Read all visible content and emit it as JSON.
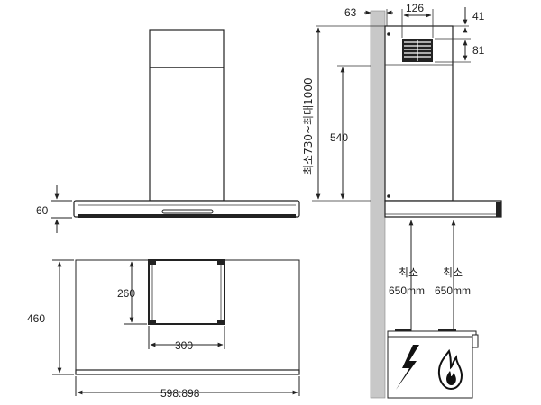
{
  "front_view": {
    "chimney_height_label": "최소730~최대1000",
    "canopy_thickness": "60"
  },
  "top_view": {
    "depth": "460",
    "chimney_depth": "260",
    "chimney_width": "300",
    "width": "598:898"
  },
  "side_view": {
    "wall_offset": "63",
    "duct_width": "126",
    "duct_top": "41",
    "duct_height": "81",
    "mount_height": "540",
    "clearance_left_label": "최소",
    "clearance_left_value": "650mm",
    "clearance_right_label": "최소",
    "clearance_right_value": "650mm",
    "electric_icon": "lightning-icon",
    "gas_icon": "flame-icon"
  }
}
